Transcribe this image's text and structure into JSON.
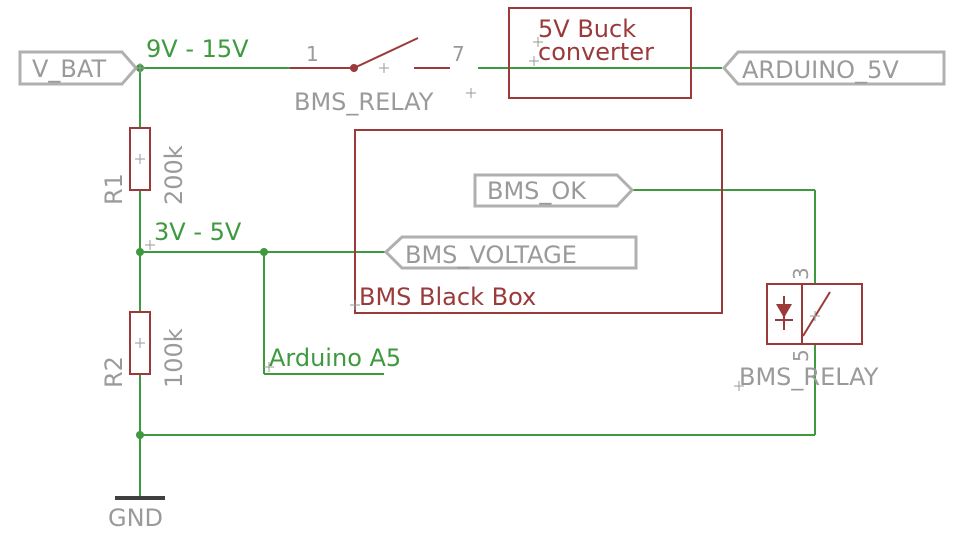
{
  "ports": {
    "vbat": "V_BAT",
    "arduino_5v": "ARDUINO_5V",
    "bms_ok": "BMS_OK",
    "bms_voltage": "BMS_VOLTAGE"
  },
  "net_labels": {
    "bat_range": "9V - 15V",
    "divider_range": "3V - 5V",
    "arduino_a5": "Arduino A5"
  },
  "relay_switch": {
    "name": "BMS_RELAY",
    "pin_left": "1",
    "pin_right": "7"
  },
  "relay_coil": {
    "name": "BMS_RELAY",
    "pin_top": "3",
    "pin_bottom": "5"
  },
  "buck": {
    "line1": "5V Buck",
    "line2": "converter"
  },
  "blackbox": {
    "label": "BMS Black Box"
  },
  "r1": {
    "name": "R1",
    "value": "200k"
  },
  "r2": {
    "name": "R2",
    "value": "100k"
  },
  "gnd": {
    "label": "GND"
  },
  "colors": {
    "wire": "#3f9a3f",
    "part": "#9a3a3a",
    "label_gray": "#9a9a9a"
  }
}
